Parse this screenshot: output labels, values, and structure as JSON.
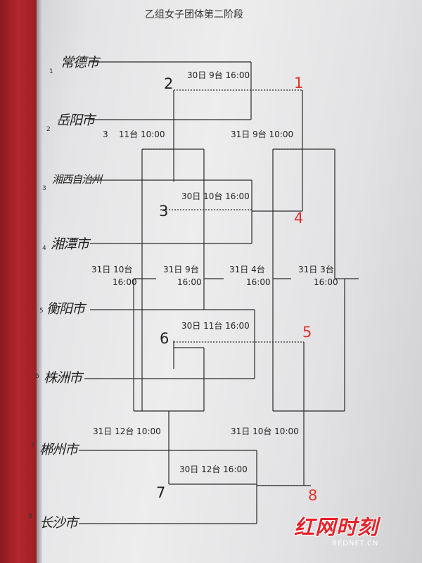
{
  "title": "乙组女子团体第二阶段",
  "teams": [
    {
      "num": "1",
      "name": "常德市"
    },
    {
      "num": "2",
      "name": "岳阳市"
    },
    {
      "num": "3",
      "name": "湘西自治州"
    },
    {
      "num": "4",
      "name": "湘潭市"
    },
    {
      "num": "5",
      "name": "衡阳市"
    },
    {
      "num": "6",
      "name": "株洲市"
    },
    {
      "num": "7",
      "name": "郴州市"
    },
    {
      "num": "8",
      "name": "长沙市"
    }
  ],
  "matches": {
    "m1": "30日 9台 16:00",
    "m2": "30日 10台 16:00",
    "m3": "30日 11台 16:00",
    "m4": "30日 12台 16:00",
    "m5": "3    11台 10:00",
    "m6": "31日 9台 10:00",
    "m7": "31日 12台 10:00",
    "m8": "31日 10台 10:00",
    "r1a": "31日 10台",
    "r1b": "16:00",
    "r2a": "31日 9台",
    "r2b": "16:00",
    "r3a": "31日 4台",
    "r3b": "16:00",
    "r4a": "31日 3台",
    "r4b": "16:00"
  },
  "handwritten_black": [
    "2",
    "3",
    "6",
    "7"
  ],
  "handwritten_red": [
    "1",
    "4",
    "5",
    "8"
  ],
  "watermark": {
    "logo": "红网时刻",
    "url": "REDNET.CN"
  },
  "colors": {
    "ink": "#222222",
    "red_pen": "#e0322c",
    "binder": "#b3262c",
    "logo": "#e5222a"
  }
}
